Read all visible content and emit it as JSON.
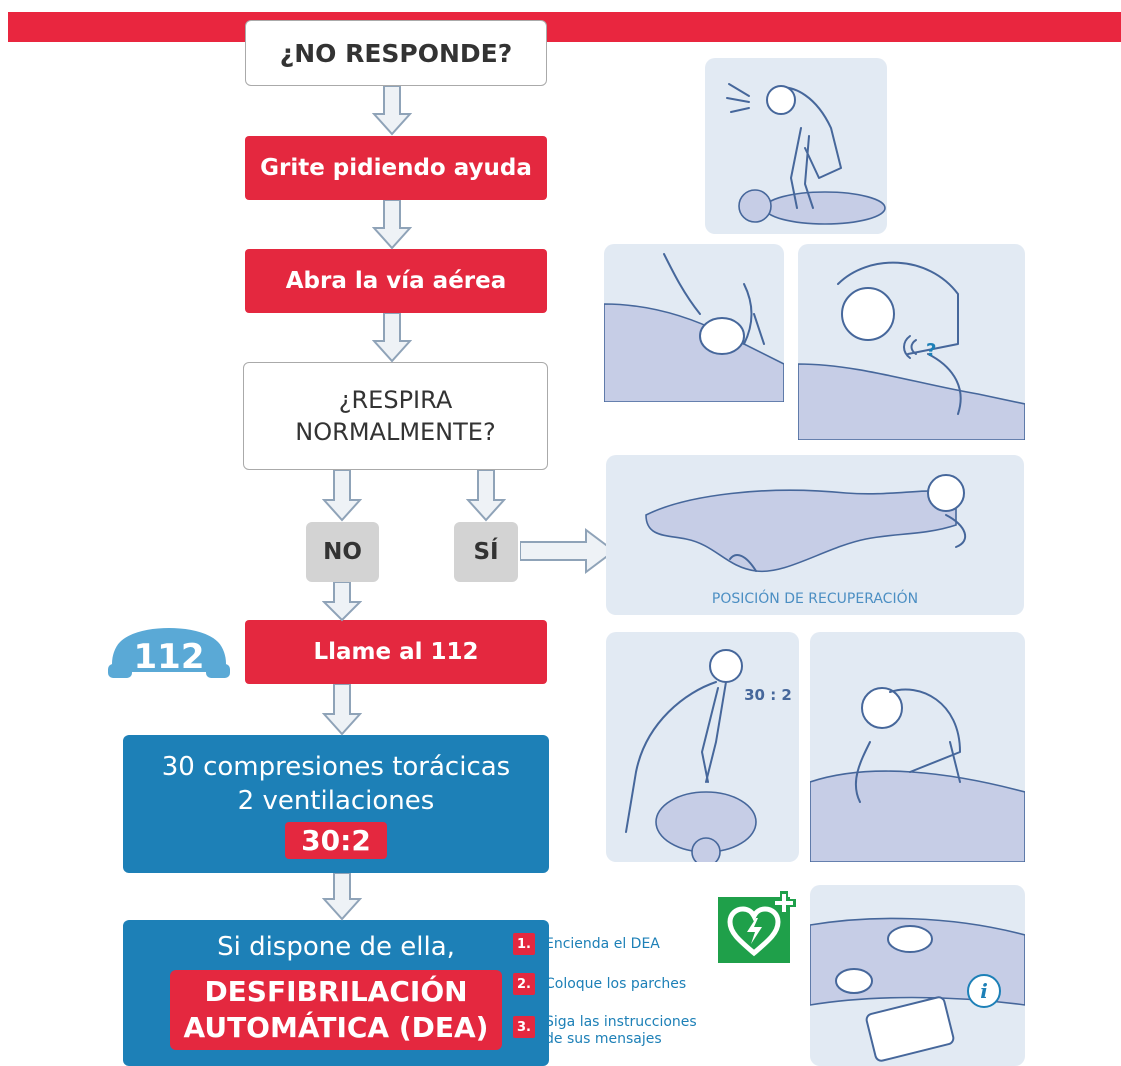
{
  "flow": {
    "no_responde": "¿NO RESPONDE?",
    "grite": "Grite pidiendo ayuda",
    "abra": "Abra la vía aérea",
    "respira_1": "¿RESPIRA",
    "respira_2": "NORMALMENTE?",
    "no": "NO",
    "si": "SÍ",
    "llame": "Llame al 112",
    "phone_number": "112",
    "compresiones_1": "30 compresiones torácicas",
    "compresiones_2": "2 ventilaciones",
    "ratio": "30:2",
    "dea_intro": "Si dispone de ella,",
    "dea_1": "DESFIBRILACIÓN",
    "dea_2": "AUTOMÁTICA (DEA)"
  },
  "dea_steps": [
    {
      "num": "1.",
      "text": "Encienda el DEA"
    },
    {
      "num": "2.",
      "text": "Coloque los parches"
    },
    {
      "num": "3.",
      "text": "Siga las instrucciones",
      "text2": "de sus mensajes"
    }
  ],
  "illustrations": {
    "recovery_label": "POSICIÓN DE RECUPERACIÓN",
    "cpr_ratio_label": "30 : 2",
    "breath_check_mark": "?",
    "info_mark": "i"
  },
  "colors": {
    "red": "#e4283f",
    "blue": "#1d80b7",
    "grey": "#d3d3d3",
    "panel": "#e2eaf3",
    "aed_green": "#1fa04a"
  },
  "icons": [
    "phone-112-icon",
    "aed-heart-icon",
    "info-icon"
  ]
}
